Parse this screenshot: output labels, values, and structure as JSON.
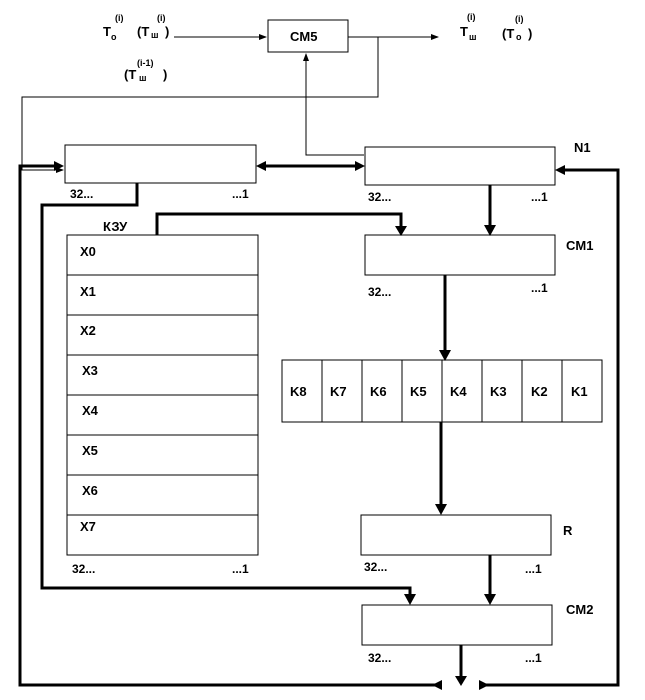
{
  "cm5": {
    "label": "CM5"
  },
  "inputs": {
    "t_main": "T",
    "t_main_sub": "o",
    "t_main_sup": "(i)",
    "t_alt": "(T",
    "t_alt_sub": "ш",
    "t_alt_sup": "(i)",
    "t_alt_close": ")",
    "t_prev": "(T",
    "t_prev_sub": "ш",
    "t_prev_sup": "(i-1)",
    "t_prev_close": ")"
  },
  "outputs": {
    "t_main": "T",
    "t_main_sub": "ш",
    "t_main_sup": "(i)",
    "t_alt": "(T",
    "t_alt_sub": "o",
    "t_alt_sup": "(i)",
    "t_alt_close": ")"
  },
  "registers": {
    "n2_left": "32...",
    "n2_right": "...1",
    "n1_name": "N1",
    "n1_left": "32...",
    "n1_right": "...1",
    "cm1_name": "CM1",
    "cm1_left": "32...",
    "cm1_right": "...1",
    "r_name": "R",
    "r_left": "32...",
    "r_right": "...1",
    "cm2_name": "CM2",
    "cm2_left": "32...",
    "cm2_right": "...1"
  },
  "kzu": {
    "name": "КЗУ",
    "rows": [
      "X0",
      "X1",
      "X2",
      "X3",
      "X4",
      "X5",
      "X6",
      "X7"
    ],
    "left": "32...",
    "right": "...1"
  },
  "sblocks": [
    "K8",
    "K7",
    "K6",
    "K5",
    "K4",
    "K3",
    "K2",
    "K1"
  ]
}
